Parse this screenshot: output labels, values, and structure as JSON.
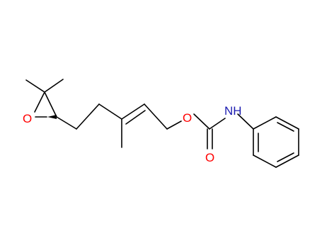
{
  "molecule": {
    "atoms": {
      "epoxide_oxygen": "O",
      "ester_oxygen": "O",
      "carbonyl_oxygen": "O",
      "amine_nitrogen": "NH"
    },
    "colors": {
      "bond": "#000000",
      "oxygen": "#ff0000",
      "nitrogen": "#1b1bb0"
    }
  }
}
